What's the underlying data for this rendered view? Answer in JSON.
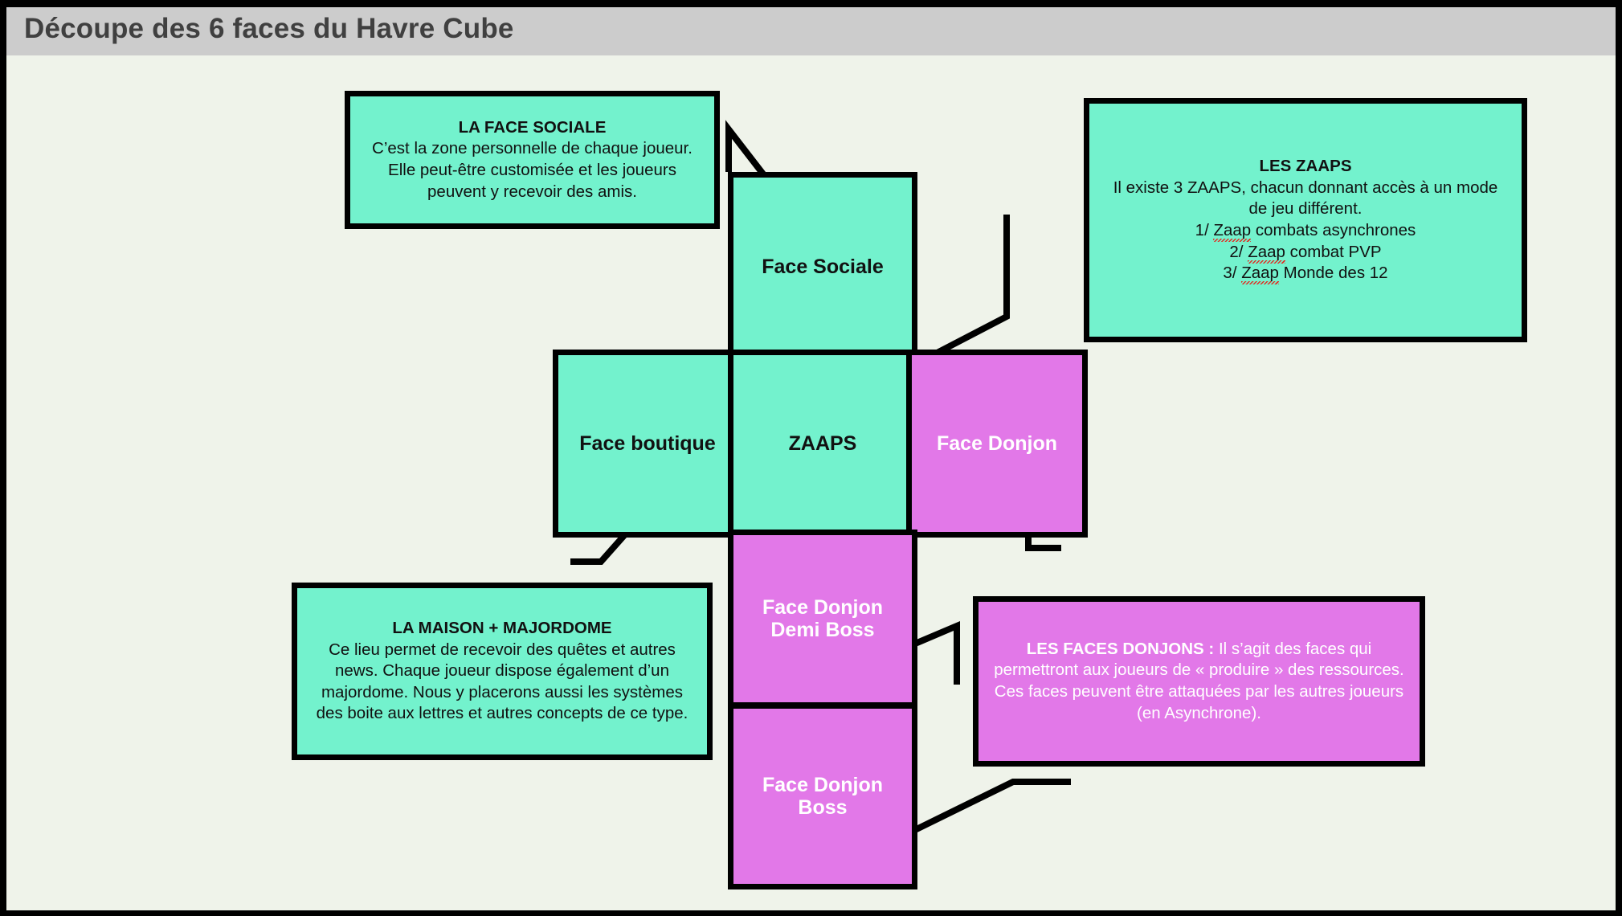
{
  "window": {
    "title": "Découpe des 6 faces du Havre Cube",
    "frame_color": "#000000",
    "titlebar_color": "#CCCCCC",
    "canvas_color": "#EFF3EA"
  },
  "palette": {
    "teal": "#73F2CD",
    "magenta": "#E278E8",
    "outline": "#000000",
    "spellcheck": "#E8231A"
  },
  "cube_net": {
    "cells": [
      {
        "id": "sociale",
        "label": "Face Sociale",
        "color": "teal"
      },
      {
        "id": "boutique",
        "label": "Face boutique",
        "color": "teal"
      },
      {
        "id": "zaaps",
        "label": "ZAAPS",
        "color": "teal"
      },
      {
        "id": "donjon",
        "label": "Face Donjon",
        "color": "magenta"
      },
      {
        "id": "demiboss",
        "label": "Face Donjon\nDemi Boss",
        "color": "magenta"
      },
      {
        "id": "boss",
        "label": "Face Donjon\nBoss",
        "color": "magenta"
      }
    ]
  },
  "callouts": {
    "sociale": {
      "title": "LA FACE SOCIALE",
      "body": "C’est la zone personnelle de chaque joueur. Elle peut-être customisée et les joueurs peuvent y recevoir des amis.",
      "color": "teal"
    },
    "zaaps": {
      "title": "LES ZAAPS",
      "line1": "Il existe 3 ZAAPS, chacun donnant accès à un mode de jeu différent.",
      "item1_prefix": "1/ ",
      "item1_word": "Zaap",
      "item1_rest": " combats asynchrones",
      "item2_prefix": "2/ ",
      "item2_word": "Zaap",
      "item2_rest": " combat PVP",
      "item3_prefix": "3/ ",
      "item3_word": "Zaap",
      "item3_rest": " Monde des 12",
      "color": "teal"
    },
    "maison": {
      "title": "LA MAISON + MAJORDOME",
      "body": "Ce lieu permet de recevoir des quêtes et autres news. Chaque joueur dispose également d’un majordome. Nous y placerons aussi les systèmes des boite aux lettres et autres concepts de ce type.",
      "color": "teal"
    },
    "donjons": {
      "title": "LES FACES DONJONS :",
      "body": " Il s’agit des faces qui permettront aux joueurs de « produire » des ressources. Ces faces peuvent être attaquées par les autres joueurs (en Asynchrone).",
      "color": "magenta"
    }
  }
}
